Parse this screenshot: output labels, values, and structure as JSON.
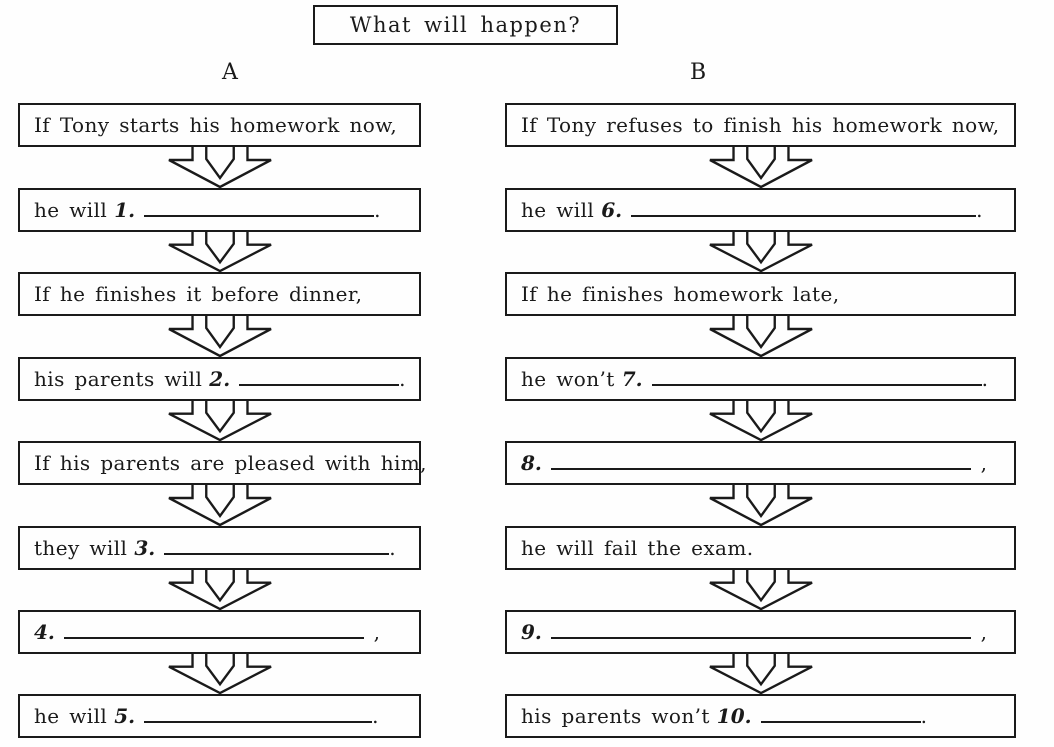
{
  "title": "What will happen?",
  "columns": [
    {
      "header": "A",
      "boxes": [
        {
          "text": "If Tony starts his homework now,"
        },
        {
          "prefix": "he will",
          "number": "1.",
          "blank_width": 230,
          "suffix": "."
        },
        {
          "text": "If he finishes it before dinner,"
        },
        {
          "prefix": "his parents will",
          "number": "2.",
          "blank_width": 160,
          "suffix": "."
        },
        {
          "text": "If his parents are pleased with him,"
        },
        {
          "prefix": "they will",
          "number": "3.",
          "blank_width": 225,
          "suffix": "."
        },
        {
          "number": "4.",
          "blank_width": 300,
          "suffix": " ,"
        },
        {
          "prefix": "he will",
          "number": "5.",
          "blank_width": 228,
          "suffix": "."
        }
      ]
    },
    {
      "header": "B",
      "boxes": [
        {
          "text": "If Tony refuses to finish his homework now,"
        },
        {
          "prefix": "he will",
          "number": "6.",
          "blank_width": 345,
          "suffix": "."
        },
        {
          "text": "If he finishes homework late,"
        },
        {
          "prefix": "he won’t",
          "number": "7.",
          "blank_width": 330,
          "suffix": "."
        },
        {
          "number": "8.",
          "blank_width": 420,
          "suffix": " ,"
        },
        {
          "text": "he will fail the exam."
        },
        {
          "number": "9.",
          "blank_width": 420,
          "suffix": " ,"
        },
        {
          "prefix": "his parents won’t",
          "number": "10.",
          "blank_width": 160,
          "suffix": "."
        }
      ]
    }
  ],
  "arrow_icon": "down-arrow",
  "colors": {
    "ink": "#1a1a1a",
    "paper": "#fefefe"
  }
}
